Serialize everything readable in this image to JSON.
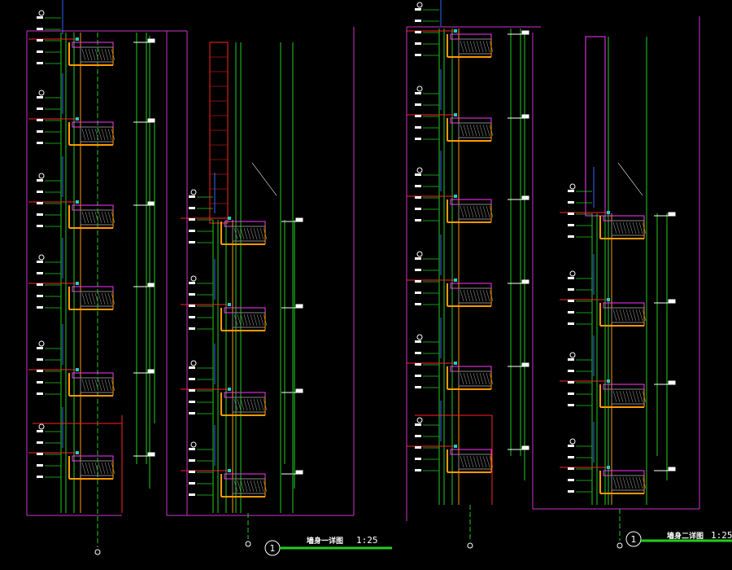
{
  "drawing": {
    "background": "#000000",
    "colors": {
      "frame": "#cc33cc",
      "green": "#22cc22",
      "orange": "#ff9900",
      "red": "#ff2222",
      "magenta": "#ff33ff",
      "white": "#ffffff",
      "gray": "#888888",
      "blue": "#3366ff",
      "cyan": "#22cccc"
    },
    "title_blocks": [
      {
        "number": "1",
        "title": "墙身一详图",
        "scale": "1:25"
      },
      {
        "number": "1",
        "title": "墙身二详图",
        "scale": "1:25"
      }
    ]
  }
}
